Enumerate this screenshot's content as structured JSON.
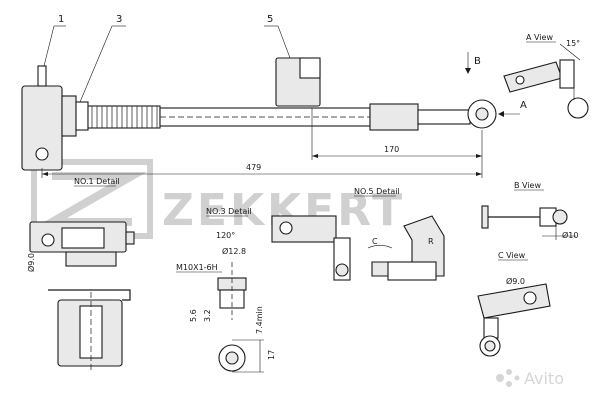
{
  "callouts": {
    "c1": "1",
    "c3": "3",
    "c5": "5"
  },
  "dims": {
    "len_479": "479",
    "len_170": "170",
    "d9_0": "Ø9.0",
    "angle_120": "120°",
    "d12_8": "Ø12.8",
    "thread": "M10X1-6H",
    "h5_6": "5.6",
    "h3_2": "3.2",
    "r7_4": "7.4min",
    "h17": "17",
    "ang15": "15°",
    "d10": "Ø10",
    "cview_d9": "Ø9.0"
  },
  "labels": {
    "no1": "NO.1 Detail",
    "no3": "NO.3 Detail",
    "no5": "NO.5 Detail",
    "a_view": "A View",
    "b_view": "B View",
    "c_view": "C View",
    "arrow_a": "A",
    "arrow_b": "B",
    "arrow_c": "C",
    "radius_r": "R"
  },
  "watermark": {
    "brand": "ZEKKERT",
    "site": "Avito"
  }
}
